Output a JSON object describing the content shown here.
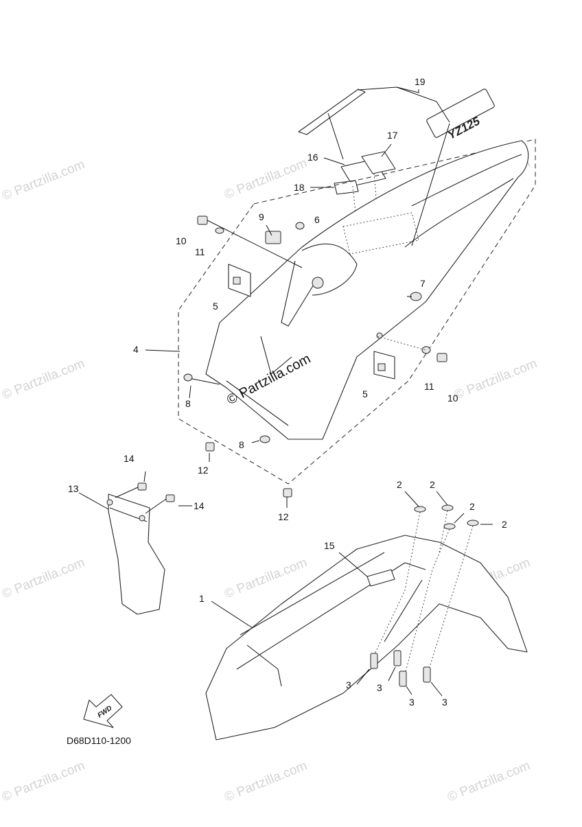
{
  "diagram": {
    "ref_code": "D68D110-1200",
    "fwd_label": "FWD",
    "decal_text": "YZ125",
    "center_watermark": "© Partzilla.com",
    "watermarks": [
      "© Partzilla.com",
      "© Partzilla.com",
      "© Partzilla.com",
      "© Partzilla.com",
      "© Partzilla.com",
      "© Partzilla.com",
      "© Partzilla.com",
      "© Partzilla.com",
      "© Partzilla.com",
      "© Partzilla.com",
      "© Partzilla.com"
    ],
    "callouts": [
      "19",
      "17",
      "16",
      "18",
      "9",
      "6",
      "10",
      "11",
      "5",
      "7",
      "4",
      "8",
      "11",
      "10",
      "5",
      "8",
      "12",
      "12",
      "14",
      "13",
      "14",
      "2",
      "2",
      "2",
      "2",
      "15",
      "1",
      "3",
      "3",
      "3",
      "3"
    ]
  }
}
